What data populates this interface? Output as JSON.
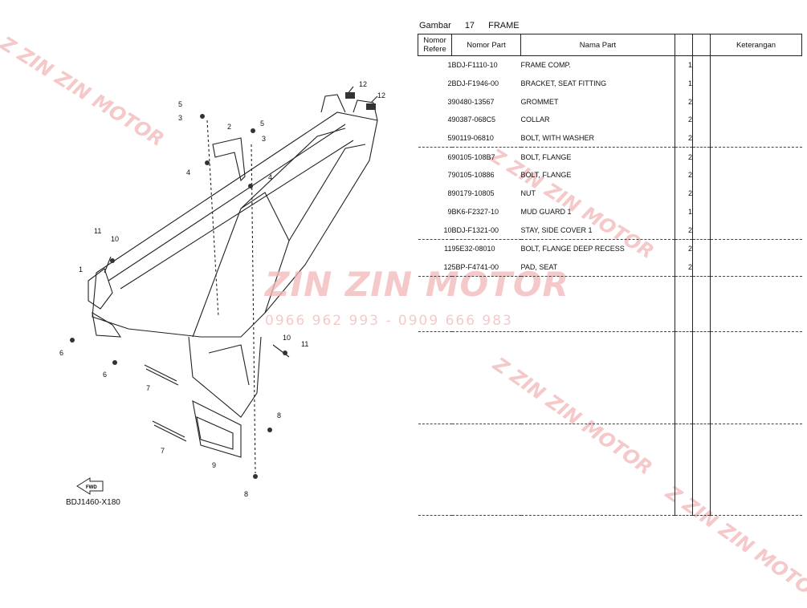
{
  "header": {
    "label": "Gambar",
    "number": "17",
    "title": "FRAME"
  },
  "table": {
    "columns": [
      "Nomor Refere",
      "Nomor Part",
      "Nama Part",
      "",
      "Keterangan"
    ],
    "rows": [
      {
        "ref": "1",
        "part_no": "BDJ-F1110-10",
        "name": "FRAME COMP.",
        "qty": "1"
      },
      {
        "ref": "2",
        "part_no": "BDJ-F1946-00",
        "name": "BRACKET, SEAT FITTING",
        "qty": "1"
      },
      {
        "ref": "3",
        "part_no": "90480-13567",
        "name": "GROMMET",
        "qty": "2"
      },
      {
        "ref": "4",
        "part_no": "90387-068C5",
        "name": "COLLAR",
        "qty": "2"
      },
      {
        "ref": "5",
        "part_no": "90119-06810",
        "name": "BOLT, WITH WASHER",
        "qty": "2"
      },
      {
        "ref": "6",
        "part_no": "90105-108B7",
        "name": "BOLT, FLANGE",
        "qty": "2"
      },
      {
        "ref": "7",
        "part_no": "90105-10886",
        "name": "BOLT, FLANGE",
        "qty": "2"
      },
      {
        "ref": "8",
        "part_no": "90179-10805",
        "name": "NUT",
        "qty": "2"
      },
      {
        "ref": "9",
        "part_no": "BK6-F2327-10",
        "name": "MUD GUARD 1",
        "qty": "1"
      },
      {
        "ref": "10",
        "part_no": "BDJ-F1321-00",
        "name": "STAY, SIDE COVER 1",
        "qty": "2"
      },
      {
        "ref": "11",
        "part_no": "95E32-08010",
        "name": "BOLT, FLANGE DEEP RECESS",
        "qty": "2"
      },
      {
        "ref": "12",
        "part_no": "5BP-F4741-00",
        "name": "PAD, SEAT",
        "qty": "2"
      }
    ]
  },
  "diagram": {
    "code": "BDJ1460-X180",
    "fwd_label": "FWD",
    "callouts": [
      "12",
      "12",
      "5",
      "3",
      "2",
      "5",
      "3",
      "4",
      "4",
      "11",
      "10",
      "1",
      "6",
      "6",
      "7",
      "7",
      "10",
      "11",
      "8",
      "9",
      "8"
    ]
  },
  "watermark": {
    "brand": "ZIN ZIN MOTOR",
    "phone": "0966 962 993 - 0909 666 983",
    "color": "#f2b8b8"
  }
}
